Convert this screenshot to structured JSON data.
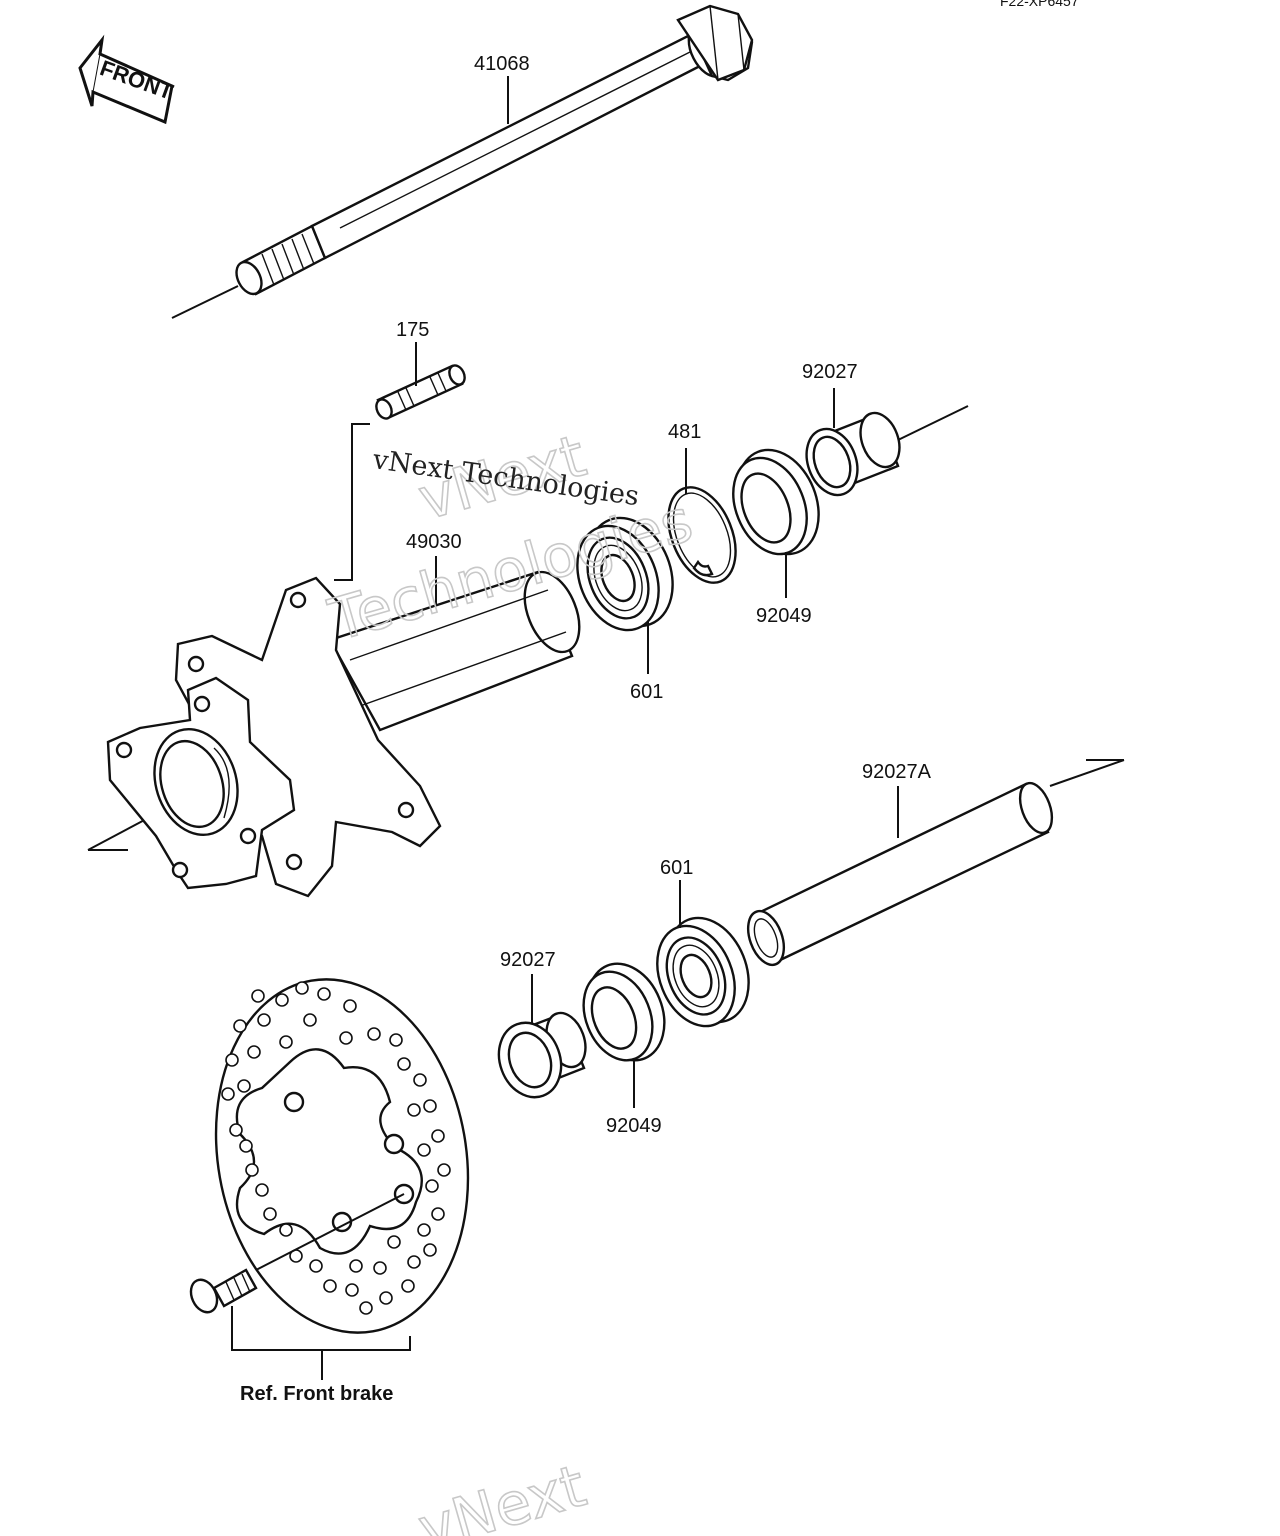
{
  "drawing_code": "F22-XP6457",
  "front_arrow": {
    "label": "FRONT"
  },
  "watermark": {
    "vnext": "vNext",
    "technologies": "Technologies",
    "company": "vNext Technologies"
  },
  "parts": {
    "axle": "41068",
    "stud": "175",
    "collar_upper": "92027",
    "circlip": "481",
    "hub": "49030",
    "seal_upper": "92049",
    "bearing_upper": "601",
    "spacer": "92027A",
    "bearing_lower": "601",
    "collar_lower": "92027",
    "seal_lower": "92049"
  },
  "reference": {
    "front_brake": "Ref. Front brake"
  }
}
